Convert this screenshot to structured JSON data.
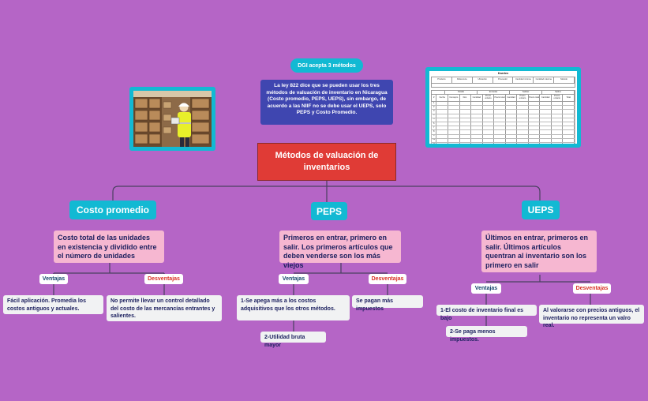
{
  "header": {
    "pill": "DGI acepta 3 métodos",
    "info": "La ley 822 dice que se pueden usar los tres métodos de valuación de inventario en Nicaragua (Costo promedio, PEPS, UEPS), sin embargo, de acuerdo a las NIIF no se debe usar el UEPS, solo PEPS y Costo Promedio."
  },
  "central": {
    "title": "Métodos de valuación de inventarios"
  },
  "branches": [
    {
      "title": "Costo promedio",
      "desc": "Costo total de las unidades en existencia y dividido entre el número de unidades",
      "ventajas_label": "Ventajas",
      "desventajas_label": "Desventajas",
      "ventajas": [
        "Fácil aplicación. Promedia los costos antiguos y actuales."
      ],
      "desventajas": [
        "No permite llevar un control detallado del costo de las mercancías entrantes y salientes."
      ]
    },
    {
      "title": "PEPS",
      "desc": "Primeros en entrar, primero en salir. Los primeros artículos que deben venderse son los más viejos",
      "ventajas_label": "Ventajas",
      "desventajas_label": "Desventajas",
      "ventajas": [
        "1-Se apega más a los costos adquisitivos que los otros métodos.",
        "2-Utilidad bruta mayor"
      ],
      "desventajas": [
        "Se pagan más impuestos"
      ]
    },
    {
      "title": "UEPS",
      "desc": "Últimos en entrar, primeros en salir. Últimos artículos quentran al inventario son los primero en salir",
      "ventajas_label": "Ventajas",
      "desventajas_label": "Desventajas",
      "ventajas": [
        "1-El costo de inventario final es bajo",
        "2-Se paga menos impuestos."
      ],
      "desventajas": [
        "Al valorarse con precios antiguos, el inventario no representa un valro real."
      ]
    }
  ],
  "kardex": {
    "title": "Kardex",
    "head": [
      "Producto",
      "Referencia",
      "Ubicación",
      "Proveedor",
      "Cantidad mínima",
      "Cantidad máxima",
      "Método"
    ],
    "groups": [
      "Detalle",
      "Entradas",
      "Salidas",
      "Saldos"
    ],
    "cols": [
      "#",
      "Fecha",
      "Concepto",
      "Doc.",
      "Cantidad",
      "Precio unitario",
      "Precio total",
      "Cantidad",
      "Precio unitario",
      "Precio total",
      "Cantidad",
      "Precio unitario",
      "Total"
    ],
    "rows": [
      "1",
      "2",
      "3",
      "4",
      "5",
      "6",
      "7",
      "8",
      "9",
      "10",
      "11",
      "12"
    ]
  },
  "colors": {
    "background": "#b565c6",
    "central": "#e03b36",
    "pill": "#12b9d3",
    "pink": "#f6b7d1",
    "info": "#3f46b0"
  }
}
